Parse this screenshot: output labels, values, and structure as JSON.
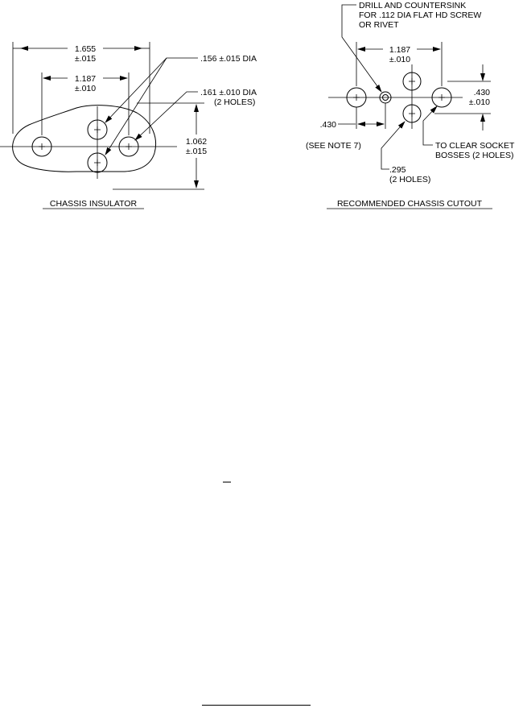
{
  "left_view": {
    "title": "CHASSIS INSULATOR",
    "dim_overall": {
      "value": "1.655",
      "tol": "±.015"
    },
    "dim_holes": {
      "value": "1.187",
      "tol": "±.010"
    },
    "dim_height": {
      "value": "1.062",
      "tol": "±.015"
    },
    "callout_center": ".156 ±.015 DIA",
    "callout_side": ".161 ±.010 DIA",
    "callout_side_qty": "(2 HOLES)"
  },
  "right_view": {
    "title": "RECOMMENDED CHASSIS CUTOUT",
    "note_drill": [
      "DRILL AND COUNTERSINK",
      "FOR .112 DIA FLAT HD SCREW",
      "OR RIVET"
    ],
    "dim_holes": {
      "value": "1.187",
      "tol": "±.010"
    },
    "dim_vertical": {
      "value": ".430",
      "tol": "±.010"
    },
    "dim_offset": ".430",
    "see_note": "(SEE NOTE 7)",
    "dim_socket": ".295",
    "dim_socket_qty": "(2 HOLES)",
    "note_socket": [
      "TO CLEAR SOCKET",
      "BOSSES (2 HOLES)"
    ]
  }
}
